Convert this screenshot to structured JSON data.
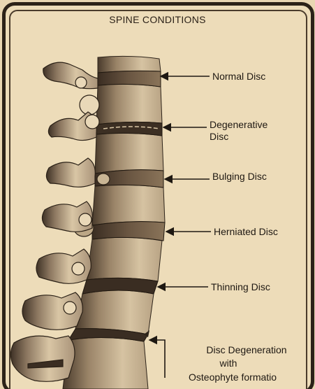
{
  "title": "SPINE CONDITIONS",
  "labels": {
    "normal": "Normal Disc",
    "degenerative_1": "Degenerative",
    "degenerative_2": "Disc",
    "bulging": "Bulging Disc",
    "herniated": "Herniated Disc",
    "thinning": "Thinning Disc",
    "osteophyte_1": "Disc Degeneration",
    "osteophyte_2": "with",
    "osteophyte_3": "Osteophyte formatio"
  },
  "colors": {
    "paper": "#eddcb9",
    "ink": "#1e1812",
    "frame": "#2c2218"
  }
}
